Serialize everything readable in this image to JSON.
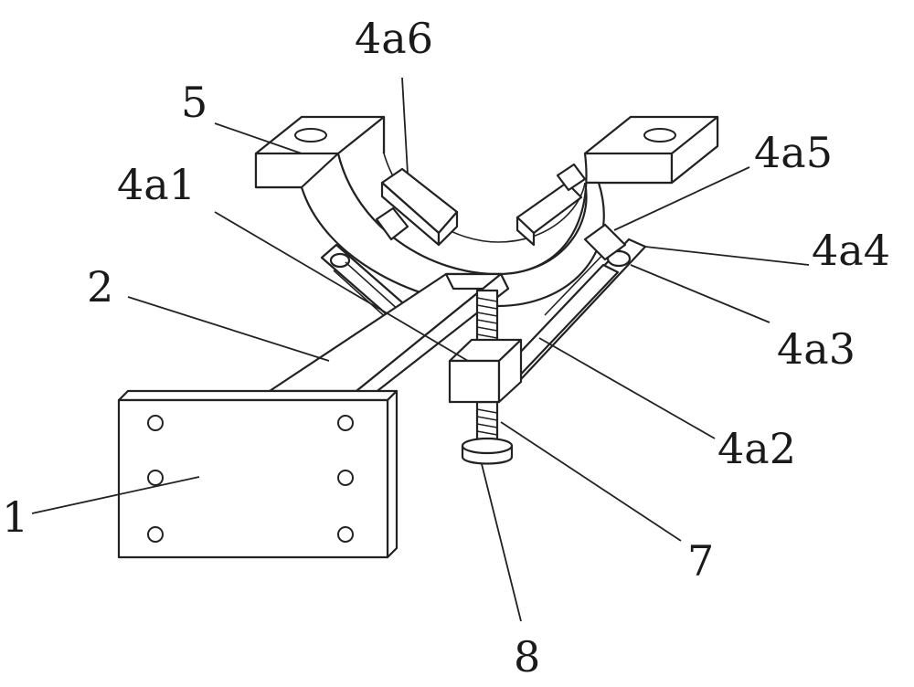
{
  "labels": {
    "l_4a6": "4a6",
    "l_5": "5",
    "l_4a1": "4a1",
    "l_4a5": "4a5",
    "l_4a4": "4a4",
    "l_2": "2",
    "l_4a3": "4a3",
    "l_4a2": "4a2",
    "l_1": "1",
    "l_7": "7",
    "l_8": "8"
  }
}
